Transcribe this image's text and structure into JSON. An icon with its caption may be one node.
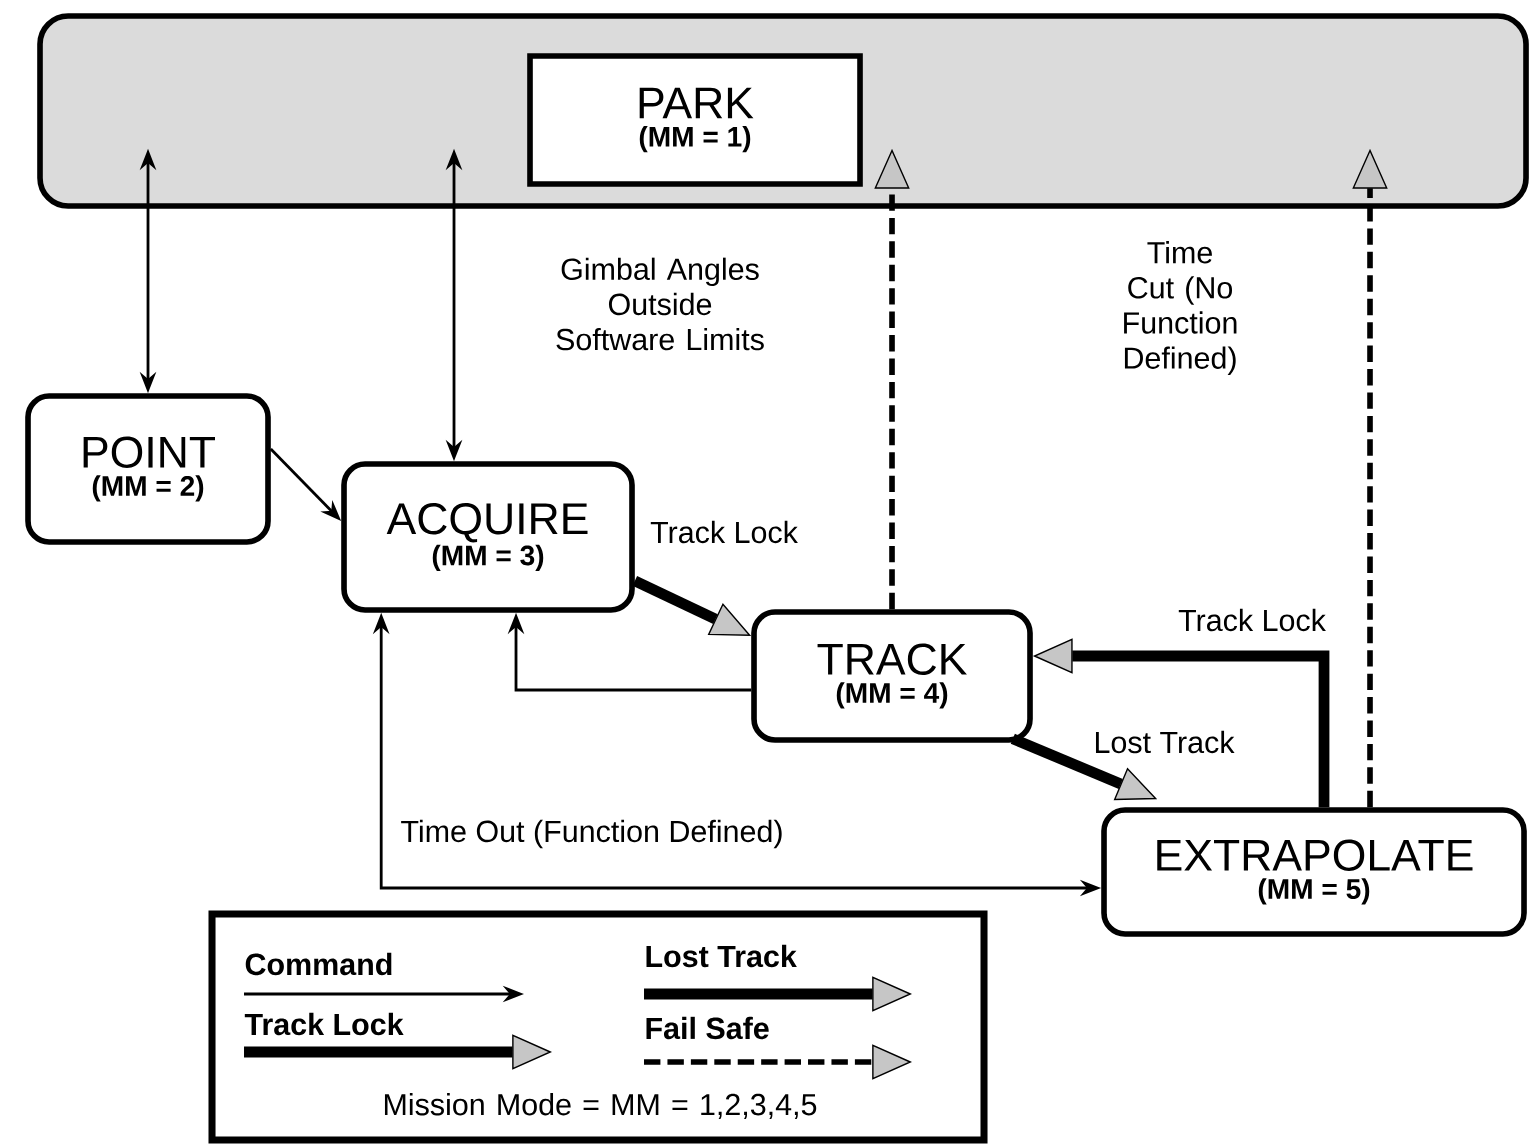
{
  "diagram": {
    "nodes": [
      {
        "text": [],
        "shape": "box"
      },
      {
        "text": [
          "PARK",
          "(MM = 1)"
        ],
        "in": 0
      },
      {
        "text": [
          "POINT",
          "(MM = 2)"
        ]
      },
      {
        "text": [
          "ACQUIRE",
          "(MM = 3)"
        ]
      },
      {
        "text": [
          "TRACK",
          "(MM = 4)"
        ]
      },
      {
        "text": [
          "EXTRAPOLATE",
          "(MM = 5)"
        ]
      }
    ],
    "edges": [
      {
        "from": 0,
        "to": 2,
        "arrow": "both"
      },
      {
        "from": 0,
        "to": 3,
        "arrow": "both"
      },
      {
        "from": 2,
        "to": 3,
        "arrow": "to"
      },
      {
        "from": 3,
        "to": 4,
        "arrow": "to",
        "style": "thick",
        "label": "Track Lock"
      },
      {
        "from": 4,
        "to": 3,
        "arrow": "to"
      },
      {
        "from": 4,
        "to": 0,
        "arrow": "to",
        "style": "dashed"
      },
      {
        "from": 4,
        "to": 5,
        "arrow": "to",
        "style": "thick",
        "label": "Lost Track"
      },
      {
        "from": 5,
        "to": 4,
        "arrow": "to",
        "style": "thick",
        "label": "Track Lock"
      },
      {
        "from": 5,
        "to": 0,
        "arrow": "to",
        "style": "dashed"
      },
      {
        "from": 3,
        "to": 5,
        "arrow": "both",
        "label": "Time Out (Function Defined)"
      }
    ],
    "labels": [
      "Gimbal Angles Outside Software Limits",
      "Time Cut (No Function Defined)",
      "Mission Mode = MM = 1,2,3,4,5"
    ],
    "legend": [
      {
        "text": "Command"
      },
      {
        "text": "Lost Track"
      },
      {
        "text": "Track Lock"
      },
      {
        "text": "Fail Safe"
      }
    ]
  }
}
